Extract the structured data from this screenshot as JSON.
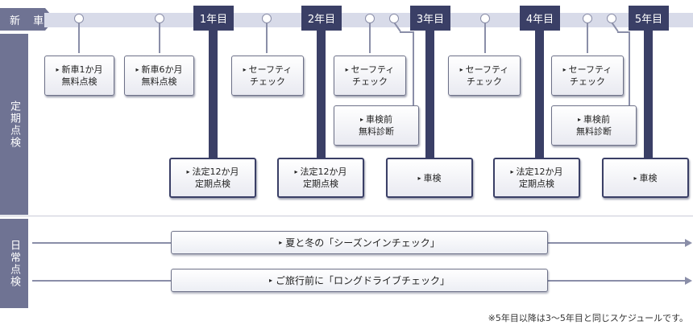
{
  "start_label": "新 車",
  "periodic_label": "定期点検",
  "daily_label": "日常点検",
  "years": [
    "1年目",
    "2年目",
    "3年目",
    "4年目",
    "5年目"
  ],
  "checks": {
    "new1": [
      "新車1か月",
      "無料点検"
    ],
    "new6": [
      "新車6か月",
      "無料点検"
    ],
    "safety1": [
      "セーフティ",
      "チェック"
    ],
    "safety2": [
      "セーフティ",
      "チェック"
    ],
    "safety3": [
      "セーフティ",
      "チェック"
    ],
    "safety4": [
      "セーフティ",
      "チェック"
    ],
    "pre_inspection1": [
      "車検前",
      "無料診断"
    ],
    "pre_inspection2": [
      "車検前",
      "無料診断"
    ],
    "legal1": [
      "法定12か月",
      "定期点検"
    ],
    "legal2": [
      "法定12か月",
      "定期点検"
    ],
    "legal3": [
      "法定12か月",
      "定期点検"
    ],
    "shaken1": "車検",
    "shaken2": "車検"
  },
  "daily": {
    "season": "夏と冬の「シーズンインチェック」",
    "travel": "ご旅行前に「ロングドライブチェック」"
  },
  "footnote": "※5年目以降は3〜5年目と同じスケジュールです。"
}
